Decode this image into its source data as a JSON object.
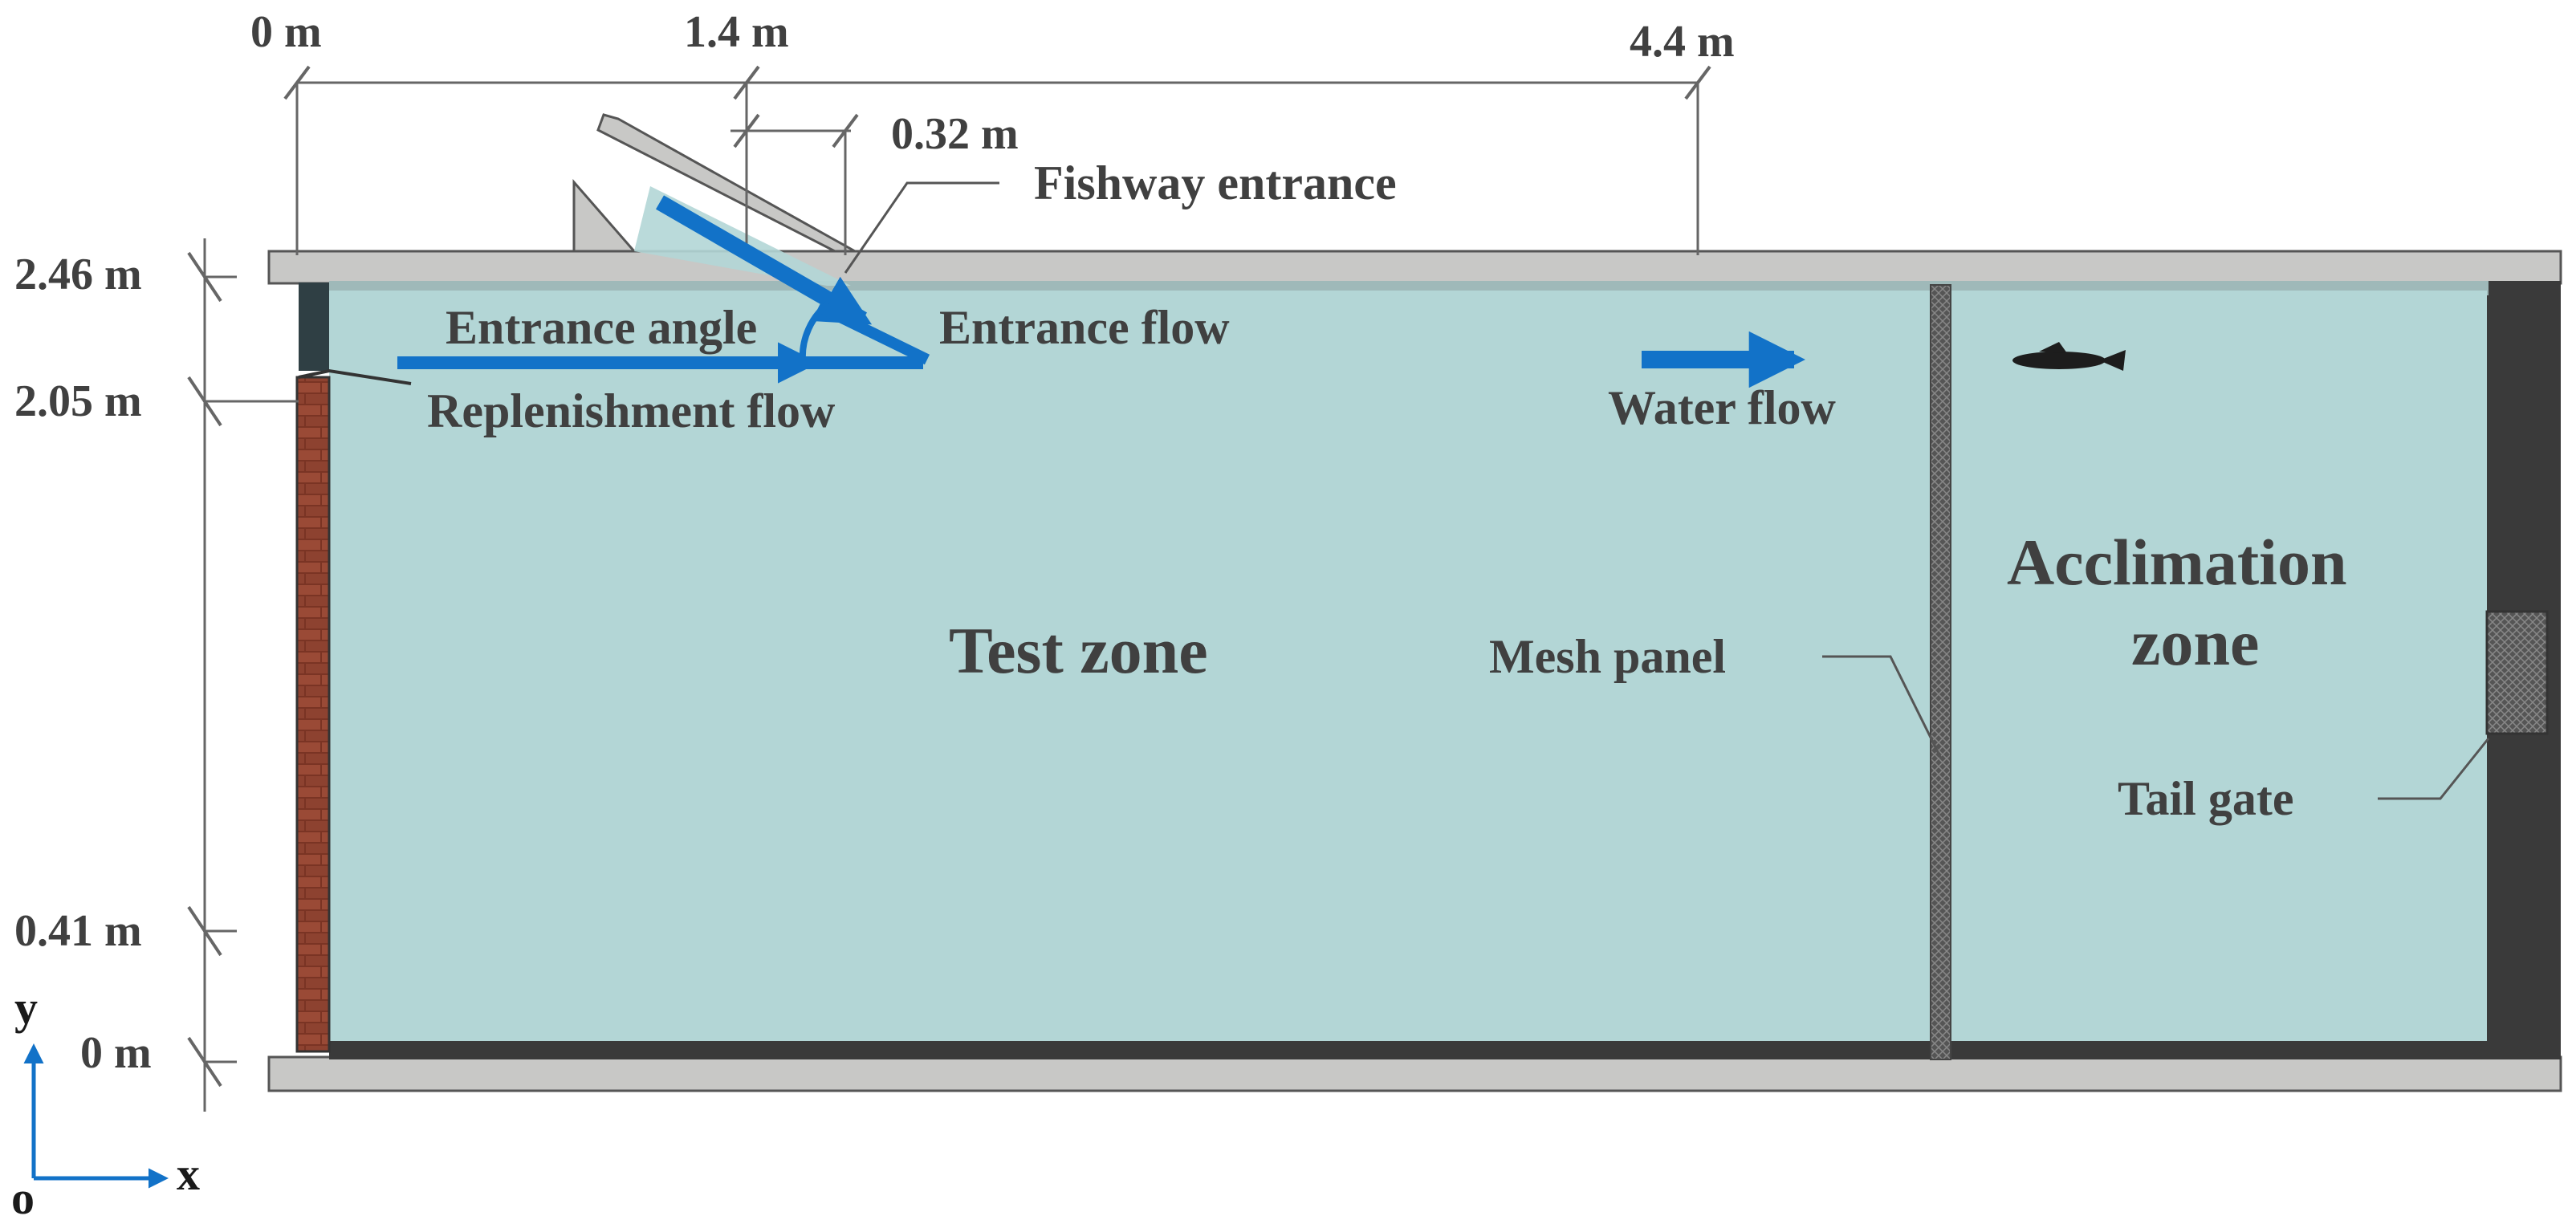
{
  "dimensions": {
    "x_ticks": [
      "0 m",
      "1.4 m",
      "4.4 m"
    ],
    "x_sub": "0.32 m",
    "y_ticks": [
      "2.46 m",
      "2.05 m",
      "0.41 m",
      "0 m"
    ]
  },
  "annotations": {
    "fishway_entrance": "Fishway entrance",
    "entrance_angle": "Entrance angle",
    "entrance_flow": "Entrance flow",
    "replenishment_flow": "Replenishment flow",
    "water_flow": "Water flow",
    "mesh_panel": "Mesh panel",
    "tail_gate": "Tail gate"
  },
  "zones": {
    "test_zone": "Test zone",
    "acclimation_zone_line1": "Acclimation",
    "acclimation_zone_line2": "zone"
  },
  "axes": {
    "y": "y",
    "x": "x",
    "origin": "o"
  },
  "colors": {
    "water": "#b3d6d6",
    "flow_arrow": "#1272c8",
    "wall": "#c8c8c6",
    "dark_wall": "#3a3a3a",
    "brick": "#8b3a2a",
    "text": "#404040"
  }
}
